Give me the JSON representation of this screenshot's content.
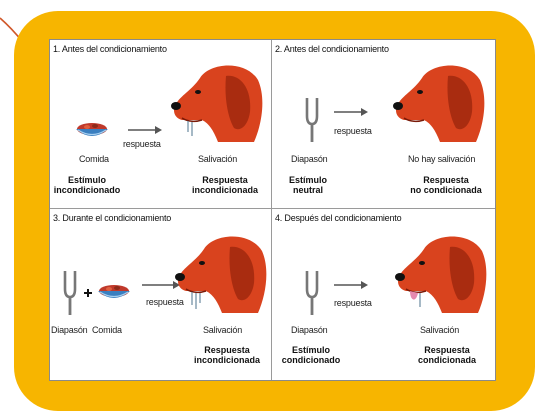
{
  "colors": {
    "frame": "#f7b500",
    "dog": "#d9431e",
    "accent_line": "#d0572a"
  },
  "icons": [
    "dog-head-icon",
    "food-bowl-icon",
    "tuning-fork-icon",
    "arrow-right-icon",
    "plus-icon"
  ],
  "panels": [
    {
      "title": "1. Antes del condicionamiento",
      "stimulus_label": "Comida",
      "arrow_label": "respuesta",
      "response_label": "Salivación",
      "stimulus_bold": [
        "Estímulo",
        "incondicionado"
      ],
      "response_bold": [
        "Respuesta",
        "incondicionada"
      ]
    },
    {
      "title": "2. Antes del condicionamiento",
      "stimulus_label": "Diapasón",
      "arrow_label": "respuesta",
      "response_label": "No hay salivación",
      "stimulus_bold": [
        "Estímulo",
        "neutral"
      ],
      "response_bold": [
        "Respuesta",
        "no condicionada"
      ]
    },
    {
      "title": "3. Durante el condicionamiento",
      "stimulus_label": "Diapasón",
      "stimulus_label_2": "Comida",
      "arrow_label": "respuesta",
      "response_label": "Salivación",
      "response_bold": [
        "Respuesta",
        "incondicionada"
      ]
    },
    {
      "title": "4. Después del condicionamiento",
      "stimulus_label": "Diapasón",
      "arrow_label": "respuesta",
      "response_label": "Salivación",
      "stimulus_bold": [
        "Estímulo",
        "condicionado"
      ],
      "response_bold": [
        "Respuesta",
        "condicionada"
      ]
    }
  ]
}
